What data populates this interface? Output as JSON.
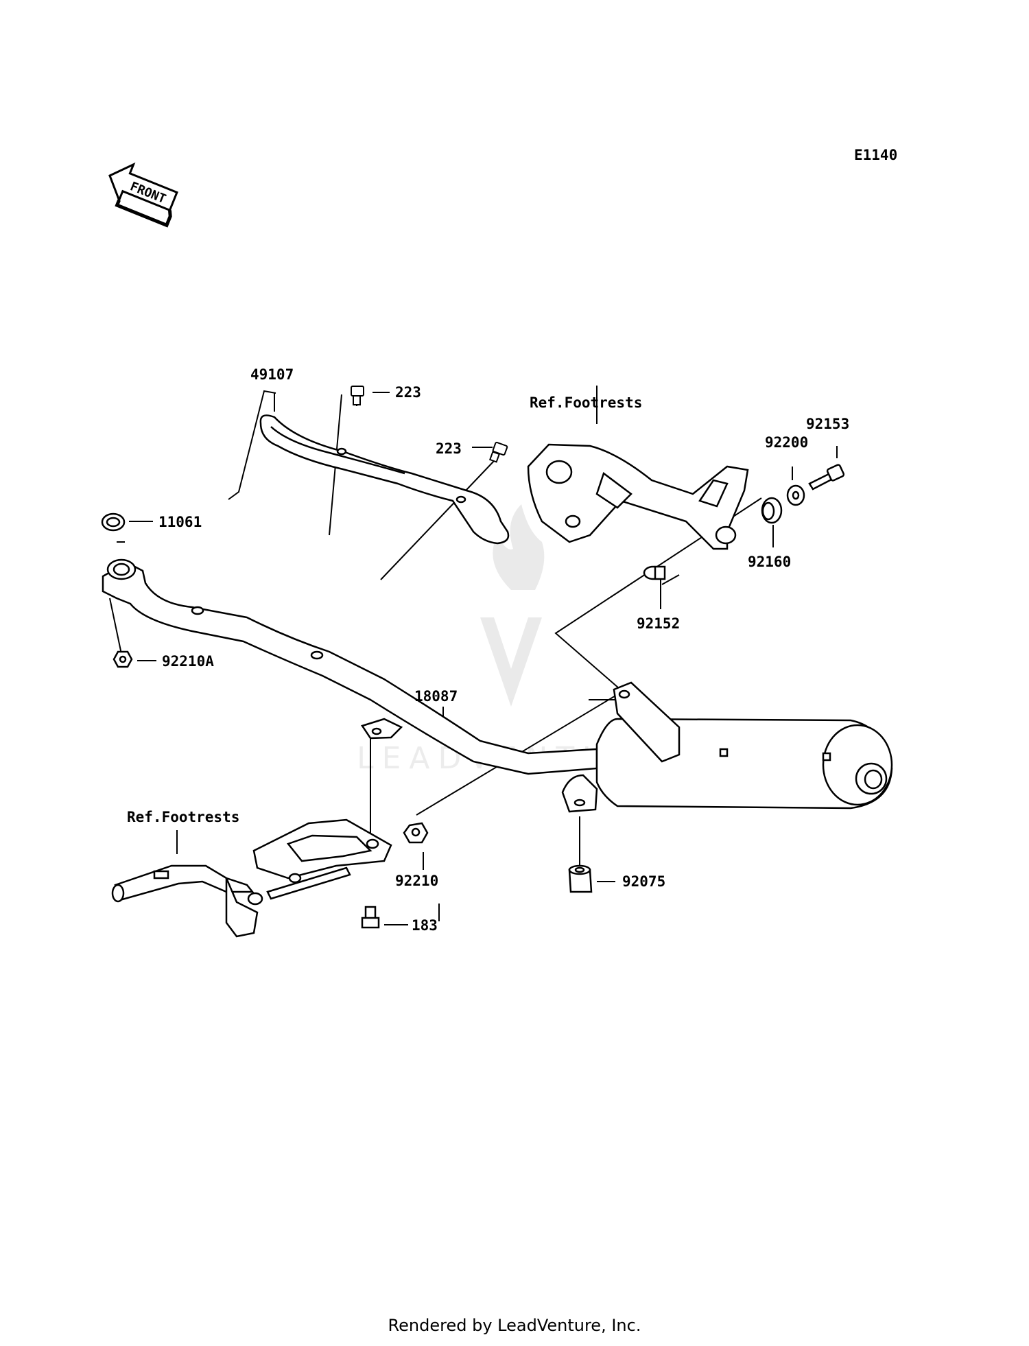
{
  "diagram_id": "E1140",
  "front_label": "FRONT",
  "footer": "Rendered by LeadVenture, Inc.",
  "watermark": "LEADVENTURE",
  "parts": {
    "p49107": "49107",
    "p223a": "223",
    "p223b": "223",
    "p11061": "11061",
    "p92210A": "92210A",
    "p18087": "18087",
    "ref_footrests_upper": "Ref.Footrests",
    "ref_footrests_lower": "Ref.Footrests",
    "p92153": "92153",
    "p92200": "92200",
    "p92160": "92160",
    "p92152": "92152",
    "p92210": "92210",
    "p92075": "92075",
    "p183": "183"
  }
}
